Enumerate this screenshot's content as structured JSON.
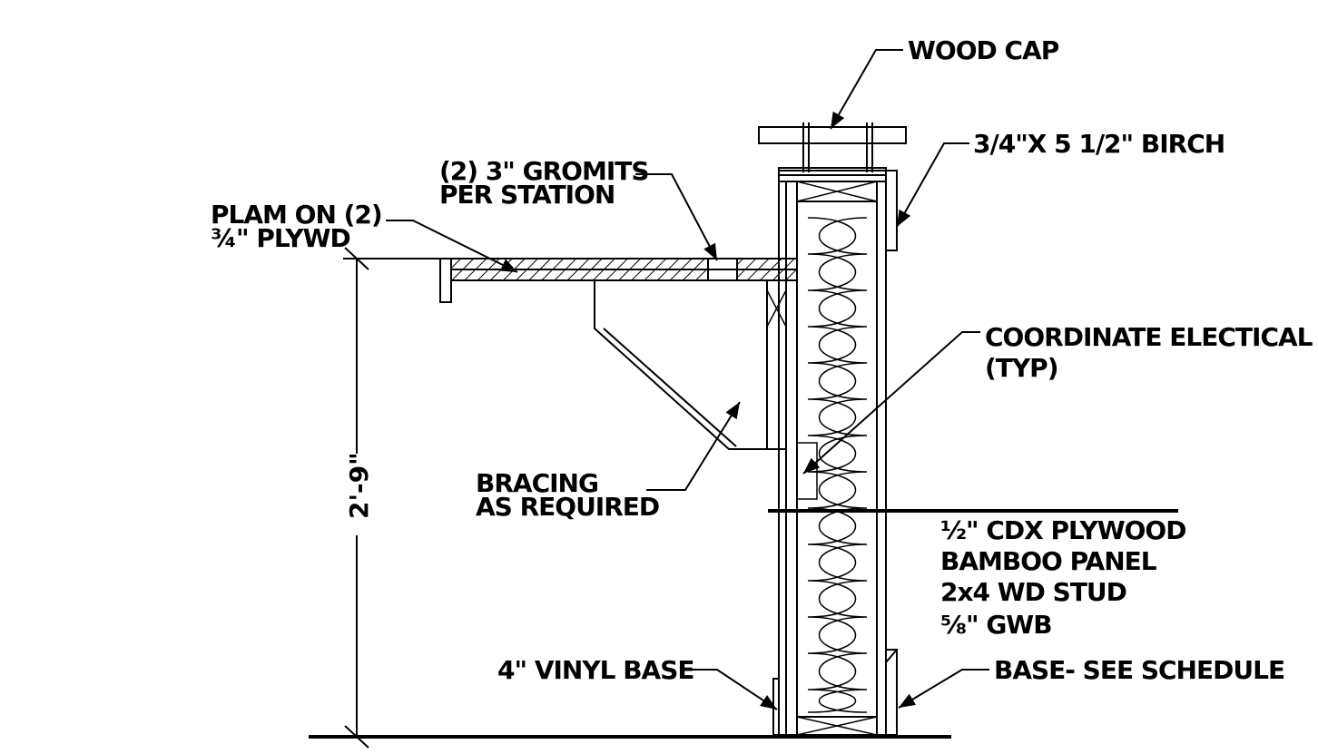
{
  "labels": {
    "wood_cap": "WOOD CAP",
    "birch": "3/4\"X 5 1/2\" BIRCH",
    "gromits_1": "(2) 3\" GROMITS",
    "gromits_2": "PER STATION",
    "plam_1": "PLAM ON (2)",
    "plam_2": "¾\" PLYWD",
    "coord_1": "COORDINATE ELECTICAL",
    "coord_2": "(TYP)",
    "bracing_1": "BRACING",
    "bracing_2": "AS REQUIRED",
    "cdx": "½\" CDX PLYWOOD",
    "bamboo": "BAMBOO PANEL",
    "stud": "2x4 WD STUD",
    "gwb": "⅝\" GWB",
    "vinyl": "4\" VINYL BASE",
    "base": "BASE- SEE SCHEDULE",
    "dimension": "2'-9\""
  }
}
